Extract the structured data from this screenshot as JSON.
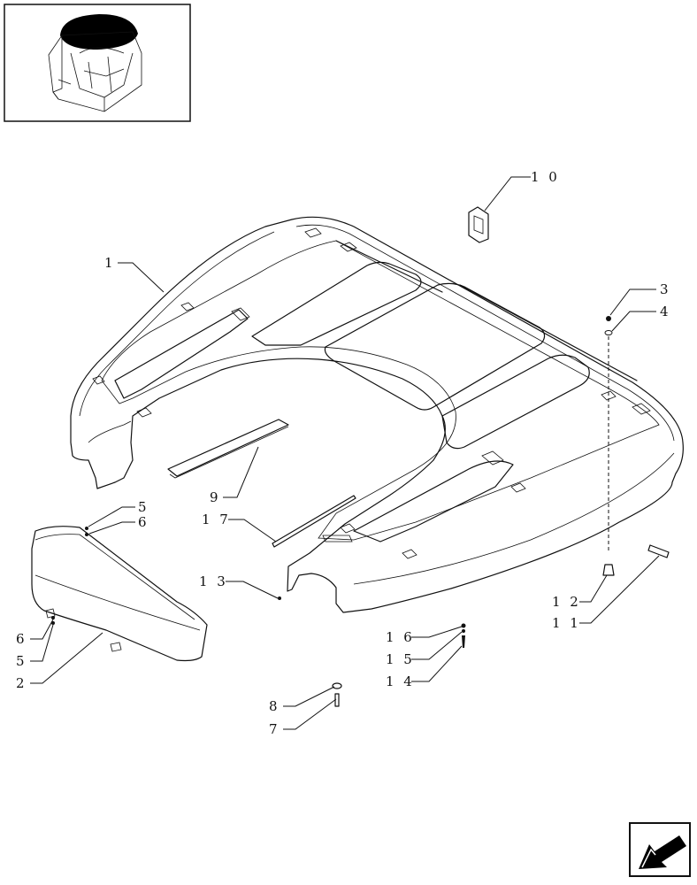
{
  "callouts": [
    {
      "id": "c10",
      "text": "1 0"
    },
    {
      "id": "c1",
      "text": "1"
    },
    {
      "id": "c3",
      "text": "3"
    },
    {
      "id": "c4",
      "text": "4"
    },
    {
      "id": "c5a",
      "text": "5"
    },
    {
      "id": "c6a",
      "text": "6"
    },
    {
      "id": "c9",
      "text": "9"
    },
    {
      "id": "c17",
      "text": "1 7"
    },
    {
      "id": "c13",
      "text": "1 3"
    },
    {
      "id": "c12",
      "text": "1 2"
    },
    {
      "id": "c11",
      "text": "1 1"
    },
    {
      "id": "c6b",
      "text": "6"
    },
    {
      "id": "c5b",
      "text": "5"
    },
    {
      "id": "c2",
      "text": "2"
    },
    {
      "id": "c16",
      "text": "1 6"
    },
    {
      "id": "c15",
      "text": "1 5"
    },
    {
      "id": "c14",
      "text": "1 4"
    },
    {
      "id": "c8",
      "text": "8"
    },
    {
      "id": "c7",
      "text": "7"
    }
  ],
  "icons": {
    "thumbnail": "cab-thumbnail-icon",
    "nav": "next-page-arrow-icon"
  }
}
